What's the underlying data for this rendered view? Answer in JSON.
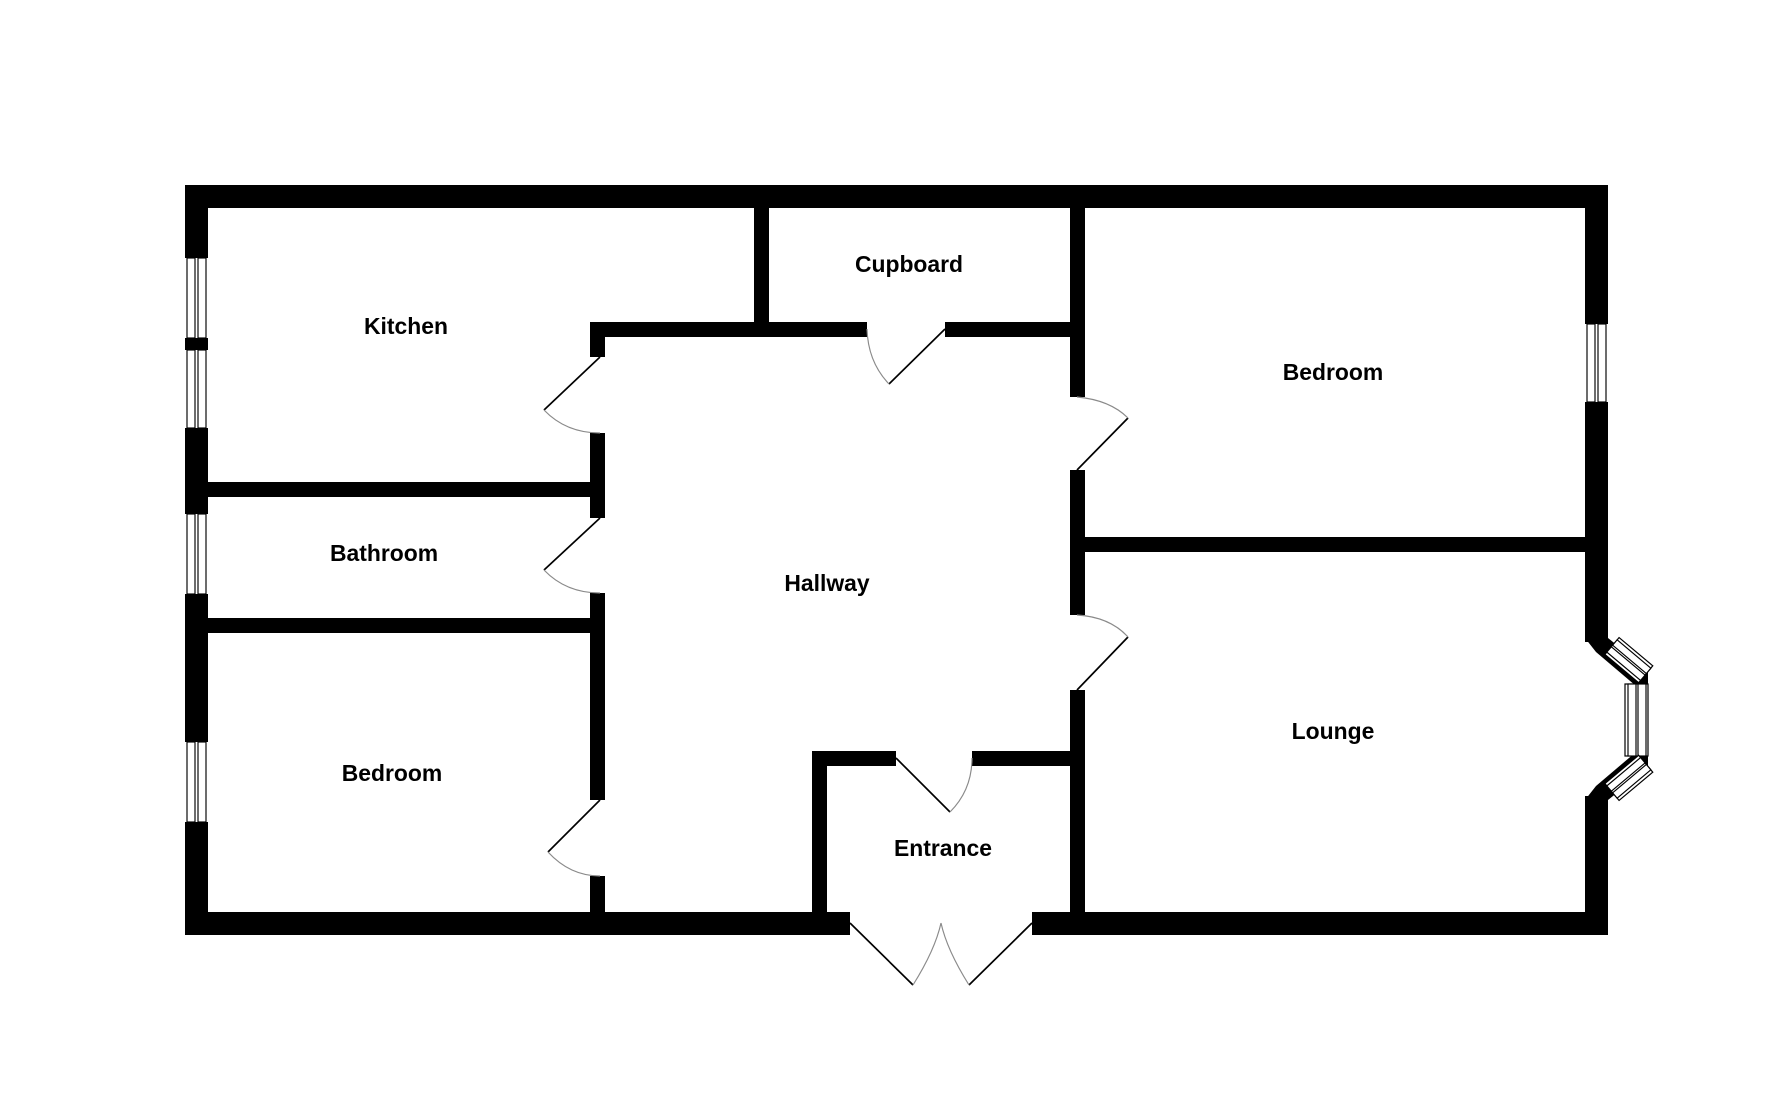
{
  "rooms": {
    "kitchen": "Kitchen",
    "cupboard": "Cupboard",
    "bedroom_right": "Bedroom",
    "bathroom": "Bathroom",
    "hallway": "Hallway",
    "bedroom_left": "Bedroom",
    "lounge": "Lounge",
    "entrance": "Entrance"
  },
  "colors": {
    "wall": "#000000",
    "background": "#ffffff",
    "door_arc": "#8a8a8a"
  }
}
